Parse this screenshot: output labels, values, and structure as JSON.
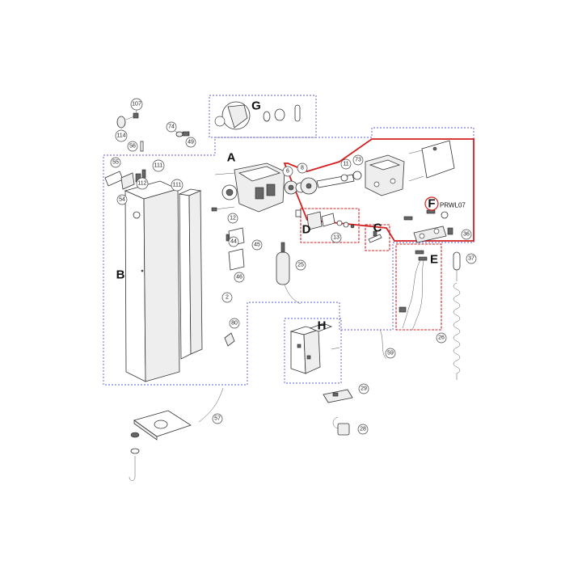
{
  "colors": {
    "group_outline_blue": "#5a5ad0",
    "highlight_red": "#d42020",
    "line": "#333333"
  },
  "group_letters": {
    "a": "A",
    "b": "B",
    "c": "C",
    "d": "D",
    "e": "E",
    "f": "F",
    "g": "G",
    "h": "H"
  },
  "kit_code": "PRWL07",
  "part_numbers": {
    "p107": "107",
    "p114": "114",
    "p74": "74",
    "p49": "49",
    "p56": "56",
    "p55": "55",
    "p111a": "111",
    "p112": "112",
    "p54": "54",
    "p111b": "111",
    "p6": "6",
    "p8": "8",
    "p11": "11",
    "p73": "73",
    "p12": "12",
    "p44": "44",
    "p45": "45",
    "p46": "46",
    "p13": "13",
    "p25": "25",
    "p2": "2",
    "p80": "80",
    "p36": "36",
    "p37": "37",
    "p26": "26",
    "p59": "59",
    "p29": "29",
    "p28": "28",
    "p57": "57"
  }
}
